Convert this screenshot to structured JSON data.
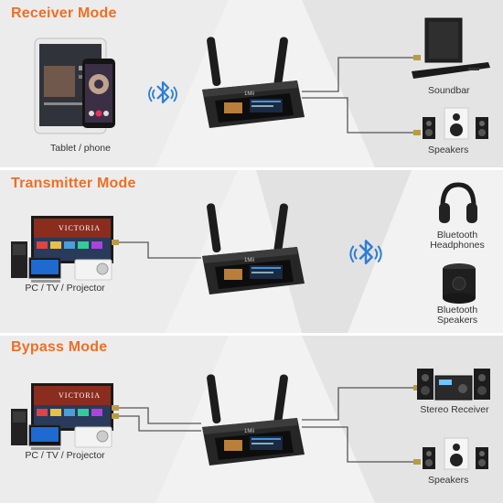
{
  "accent_color": "#ee6f24",
  "receiver": {
    "title": "Receiver Mode",
    "source_caption": "Tablet / phone",
    "output_top_caption": "Soundbar",
    "output_bottom_caption": "Speakers",
    "icon": "bluetooth-icon"
  },
  "transmitter": {
    "title": "Transmitter Mode",
    "source_caption": "PC / TV / Projector",
    "output_top_caption_line1": "Bluetooth",
    "output_top_caption_line2": "Headphones",
    "output_bottom_caption_line1": "Bluetooth",
    "output_bottom_caption_line2": "Speakers",
    "tv_label": "VICTORIA",
    "icon": "bluetooth-icon"
  },
  "bypass": {
    "title": "Bypass Mode",
    "source_caption": "PC / TV / Projector",
    "output_top_caption": "Stereo Receiver",
    "output_bottom_caption": "Speakers",
    "tv_label": "VICTORIA"
  },
  "device": {
    "brand": "1Mii"
  }
}
